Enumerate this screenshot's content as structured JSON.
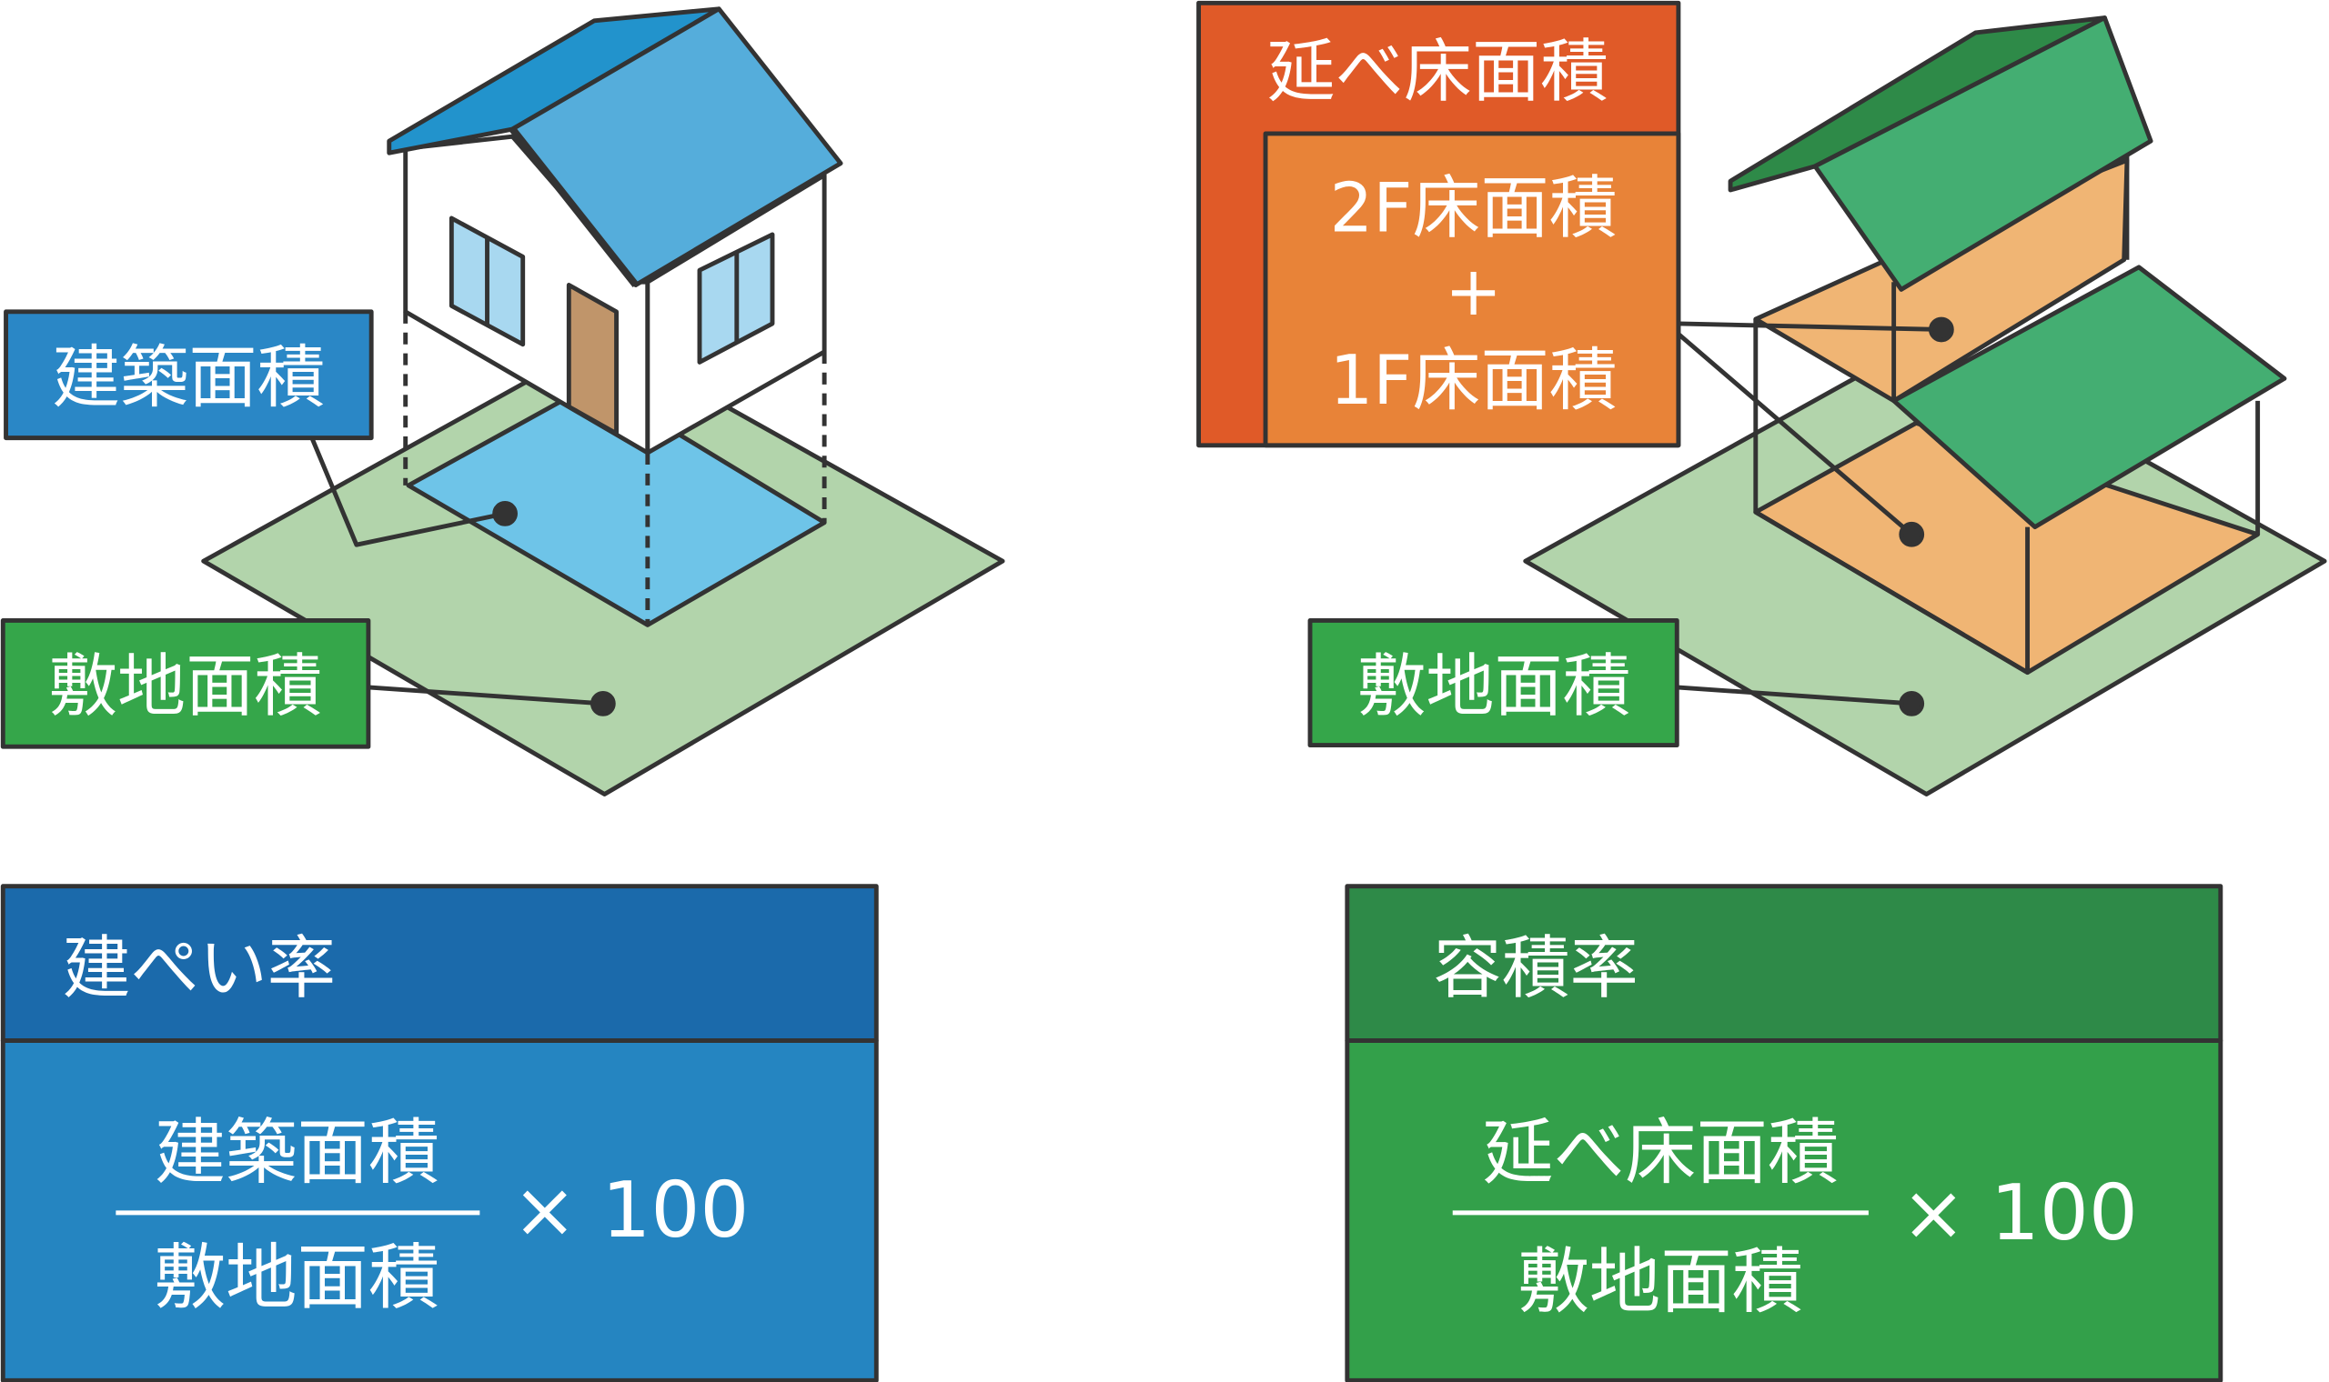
{
  "left_diagram": {
    "building_area_label": "建築面積",
    "site_area_label": "敷地面積"
  },
  "right_diagram": {
    "total_floor_area_label": "延べ床面積",
    "floor2_label": "2F床面積",
    "plus": "+",
    "floor1_label": "1F床面積",
    "site_area_label": "敷地面積"
  },
  "coverage_ratio": {
    "title": "建ぺい率",
    "numerator": "建築面積",
    "denominator": "敷地面積",
    "multiplier": "× 100"
  },
  "floor_area_ratio": {
    "title": "容積率",
    "numerator": "延べ床面積",
    "denominator": "敷地面積",
    "multiplier": "× 100"
  },
  "colors": {
    "blue_label": "#2a87c6",
    "blue_header": "#1b6aab",
    "blue_body": "#2585c1",
    "green_label": "#35a64a",
    "green_header": "#2e8a48",
    "green_body": "#33a04a",
    "orange_outer": "#e05a28",
    "orange_inner": "#e88338",
    "land": "#b2d4ab",
    "footprint": "#6ec4e8",
    "floor": "#f0b574",
    "green_roof": "#44ae72"
  }
}
